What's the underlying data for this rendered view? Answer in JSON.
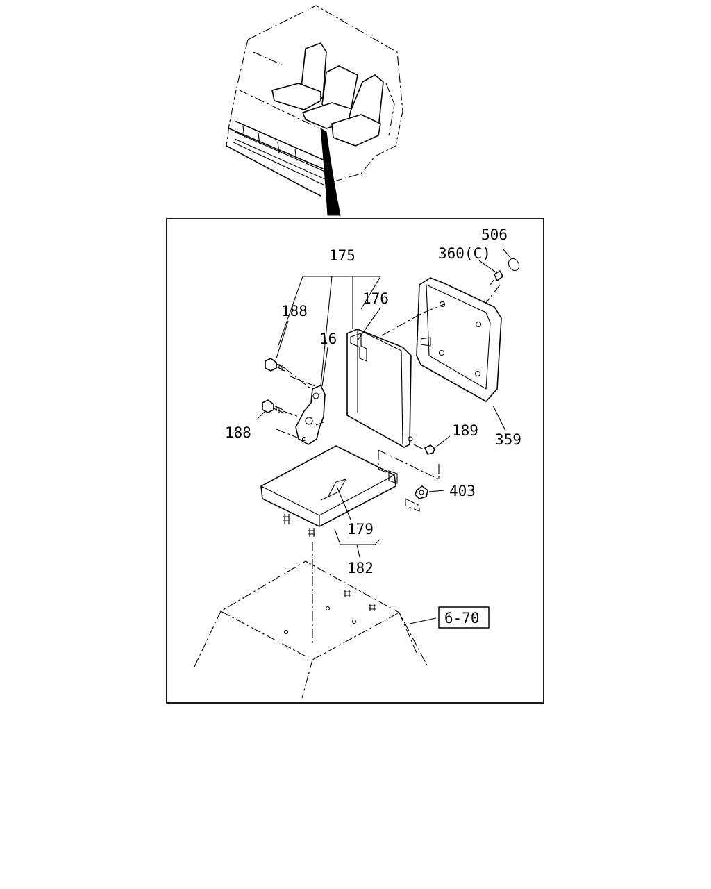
{
  "labels": {
    "p175": "175",
    "p176": "176",
    "p188a": "188",
    "p16": "16",
    "p188b": "188",
    "p506": "506",
    "p360": "360(C)",
    "p359": "359",
    "p189": "189",
    "p403": "403",
    "p179": "179",
    "p182": "182",
    "ref": "6-70"
  }
}
